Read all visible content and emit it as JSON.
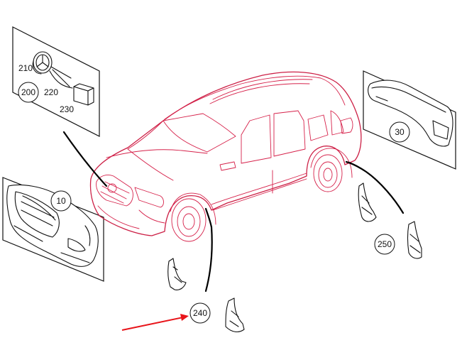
{
  "callouts": {
    "c10": "10",
    "c30": "30",
    "c200": "200",
    "c240": "240",
    "c250": "250"
  },
  "labels": {
    "l210": "210",
    "l220": "220",
    "l230": "230"
  },
  "colors": {
    "car_outline": "#d6214a",
    "parts_outline": "#111111",
    "highlight_arrow": "#e8141a"
  },
  "icons": {
    "highlight": "red-arrow-icon"
  }
}
